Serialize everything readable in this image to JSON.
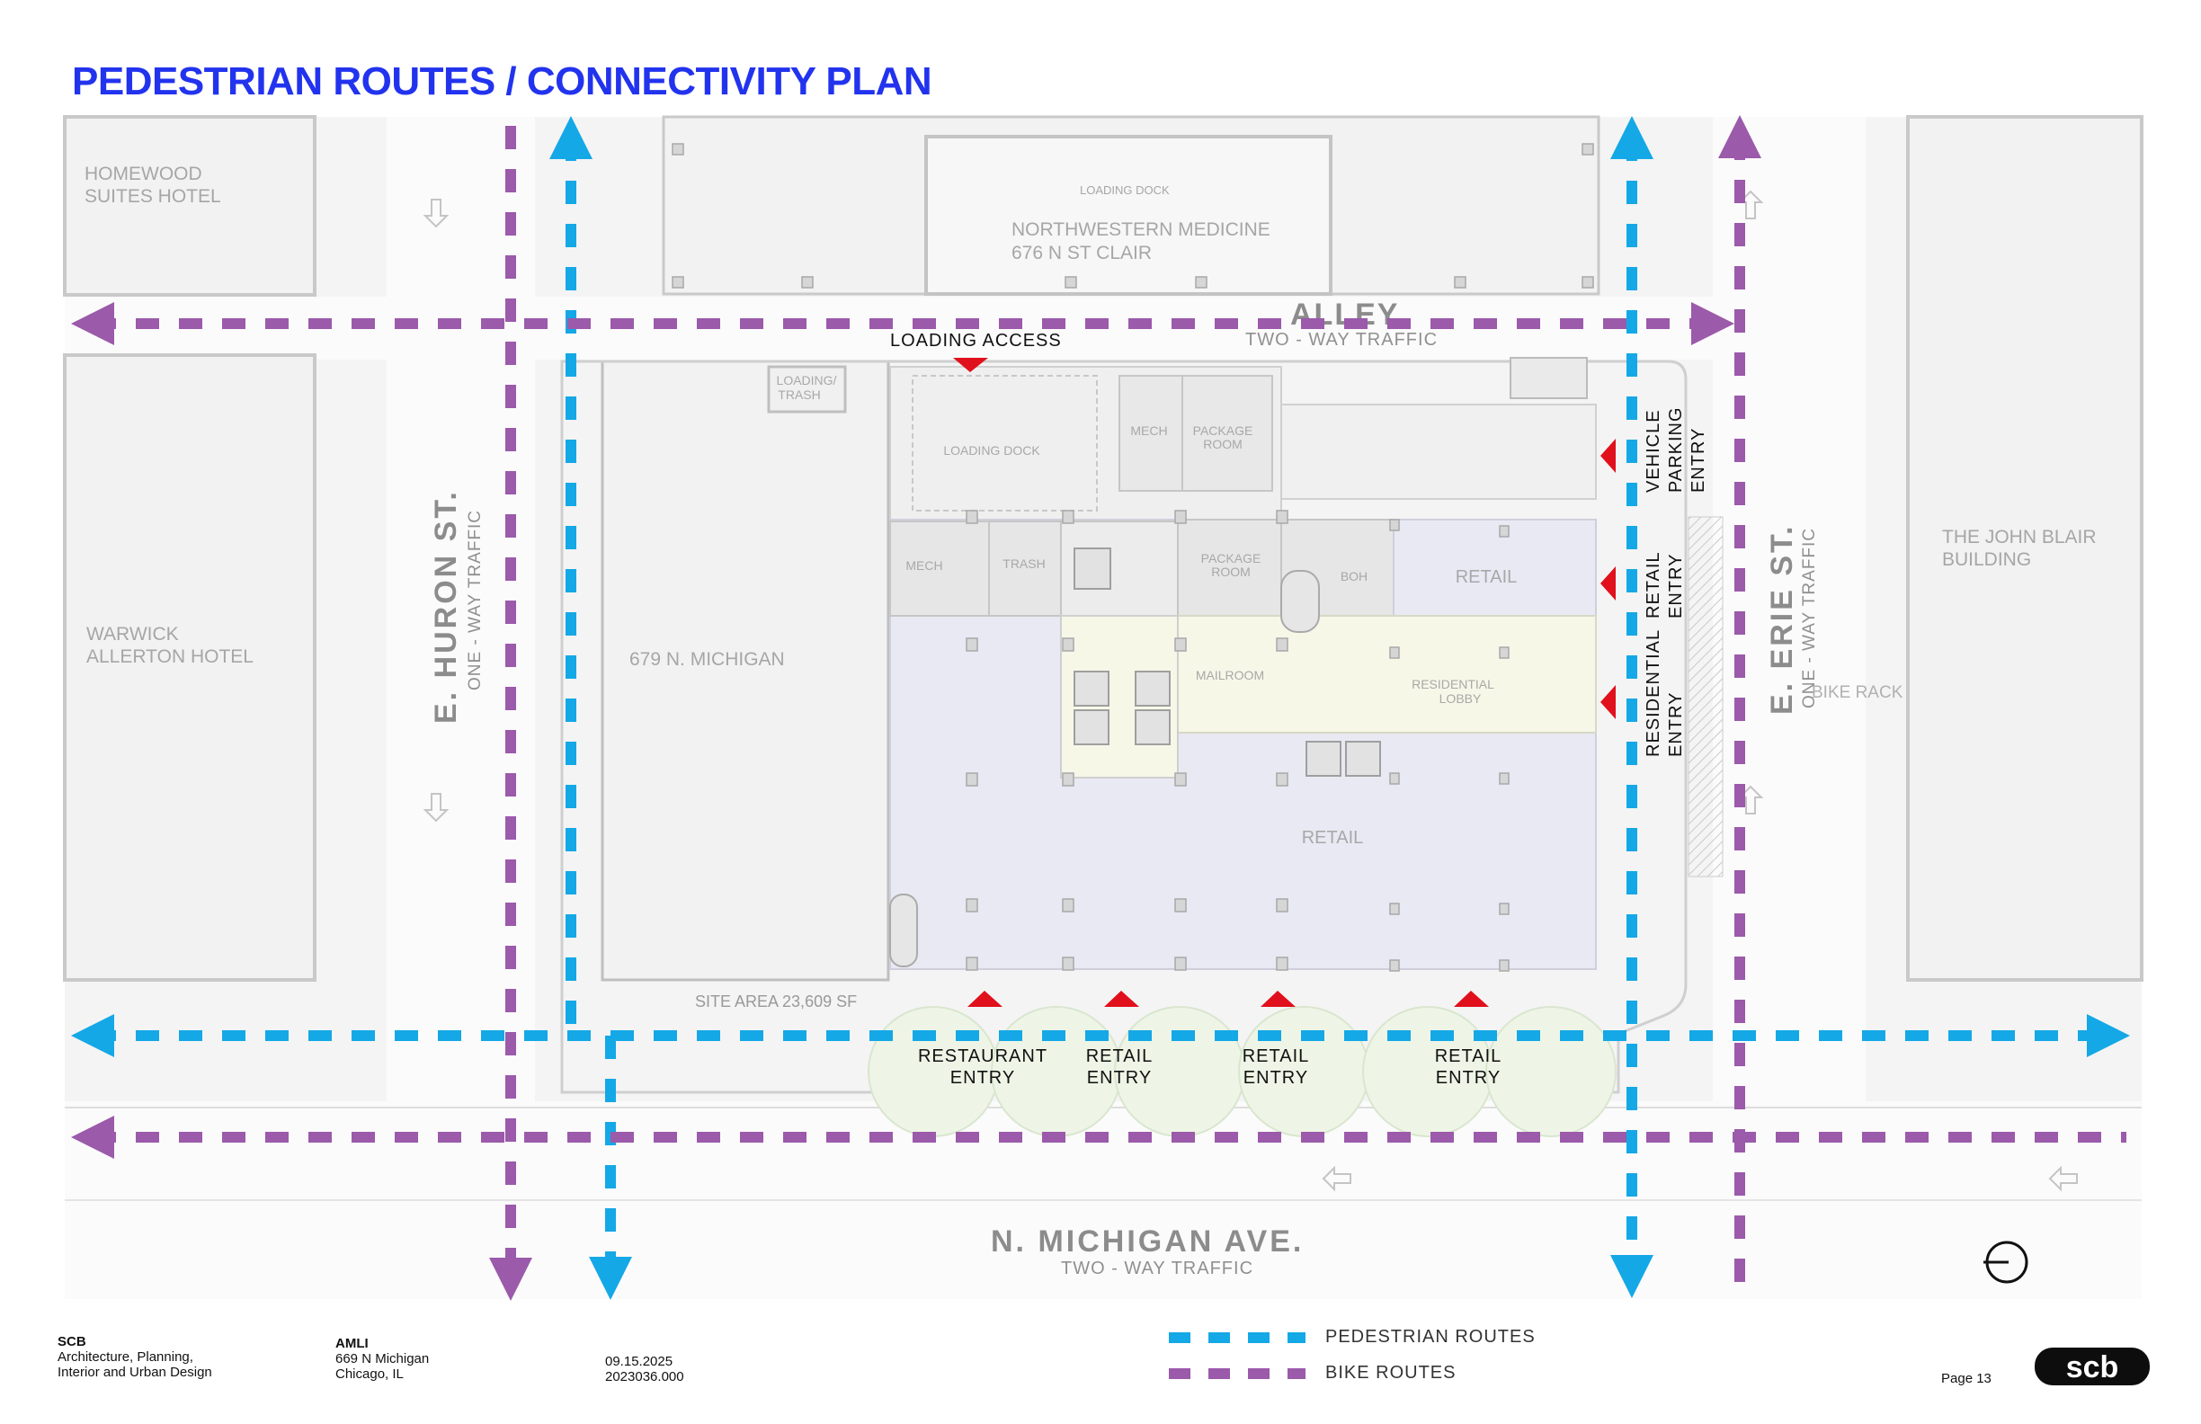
{
  "title": "PEDESTRIAN ROUTES / CONNECTIVITY PLAN",
  "colors": {
    "title": "#2233ee",
    "pedestrian": "#14a8e6",
    "bike": "#9b5aaa",
    "entry_arrow": "#e0101c",
    "retail_fill": "#e9e9f4",
    "lobby_fill": "#f7f7e8",
    "building_fill": "#f2f2f2"
  },
  "plan": {
    "buildings": {
      "homewood": [
        "HOMEWOOD",
        "SUITES HOTEL"
      ],
      "warwick": [
        "WARWICK",
        "ALLERTON HOTEL"
      ],
      "northwestern": [
        "NORTHWESTERN MEDICINE",
        "676 N ST CLAIR"
      ],
      "loading_dock_top": "LOADING DOCK",
      "michigan_679": "679 N. MICHIGAN",
      "john_blair": [
        "THE JOHN BLAIR",
        "BUILDING"
      ]
    },
    "streets": {
      "alley": "ALLEY",
      "alley_traffic": "TWO - WAY TRAFFIC",
      "huron": "E. HURON ST.",
      "huron_traffic": "ONE - WAY TRAFFIC",
      "erie": "E. ERIE ST.",
      "erie_traffic": "ONE - WAY TRAFFIC",
      "michigan": "N. MICHIGAN AVE.",
      "michigan_traffic": "TWO - WAY TRAFFIC"
    },
    "site_area": "SITE AREA 23,609 SF",
    "bike_rack": "BIKE RACK",
    "rooms": {
      "loading_trash": [
        "LOADING/",
        "TRASH"
      ],
      "loading_dock": "LOADING DOCK",
      "mech_top": "MECH",
      "package_room_top": [
        "PACKAGE",
        "ROOM"
      ],
      "mech_left": "MECH",
      "trash": "TRASH",
      "package_room": [
        "PACKAGE",
        "ROOM"
      ],
      "boh": "BOH",
      "retail_ne": "RETAIL",
      "mailroom": "MAILROOM",
      "residential_lobby": [
        "RESIDENTIAL",
        "LOBBY"
      ],
      "retail_main": "RETAIL"
    },
    "entries": {
      "loading_access": "LOADING ACCESS",
      "vehicle": [
        "VEHICLE",
        "PARKING",
        "ENTRY"
      ],
      "retail_side": [
        "RETAIL",
        "ENTRY"
      ],
      "residential": [
        "RESIDENTIAL",
        "ENTRY"
      ],
      "restaurant": [
        "RESTAURANT",
        "ENTRY"
      ],
      "retail_1": [
        "RETAIL",
        "ENTRY"
      ],
      "retail_2": [
        "RETAIL",
        "ENTRY"
      ],
      "retail_3": [
        "RETAIL",
        "ENTRY"
      ]
    }
  },
  "legend": {
    "pedestrian": "PEDESTRIAN ROUTES",
    "bike": "BIKE ROUTES"
  },
  "footer": {
    "firm": "SCB",
    "firm_desc": [
      "Architecture, Planning,",
      "Interior and Urban Design"
    ],
    "client": "AMLI",
    "address": [
      "669 N Michigan",
      "Chicago, IL"
    ],
    "date": "09.15.2025",
    "project_no": "2023036.000",
    "page": "Page 13",
    "logo_text": "scb"
  }
}
